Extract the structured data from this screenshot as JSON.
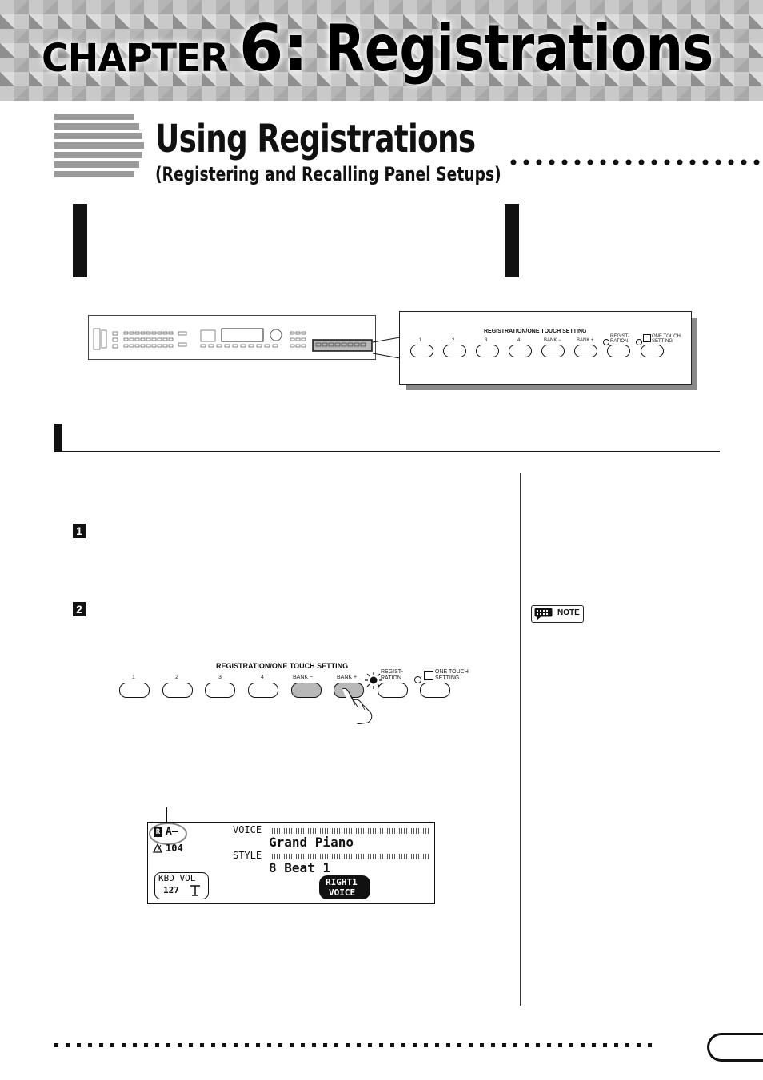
{
  "chapter": {
    "word": "CHAPTER",
    "number": "6:",
    "name": "Registrations"
  },
  "section": {
    "title": "Using Registrations",
    "subtitle": "(Registering and Recalling Panel Setups)"
  },
  "panel": {
    "group_label": "REGISTRATION/ONE TOUCH SETTING",
    "buttons": [
      "1",
      "2",
      "3",
      "4",
      "BANK −",
      "BANK +"
    ],
    "registration_label": "REGIST-\nRATION",
    "one_touch_label": "ONE TOUCH\nSETTING"
  },
  "steps": [
    "1",
    "2"
  ],
  "note": {
    "label": "NOTE"
  },
  "lcd": {
    "bank": "A–",
    "tempo": "104",
    "voice_label": "VOICE",
    "voice_name": "Grand Piano",
    "style_label": "STYLE",
    "style_name": "8 Beat 1",
    "kbd_vol_label": "KBD VOL",
    "kbd_vol_value": "127",
    "part_line1": "RIGHT1",
    "part_line2": "VOICE"
  },
  "colors": {
    "banner_gray": "#a8a8a8",
    "highlight_gray": "#b8b8b8",
    "ink": "#111111"
  }
}
